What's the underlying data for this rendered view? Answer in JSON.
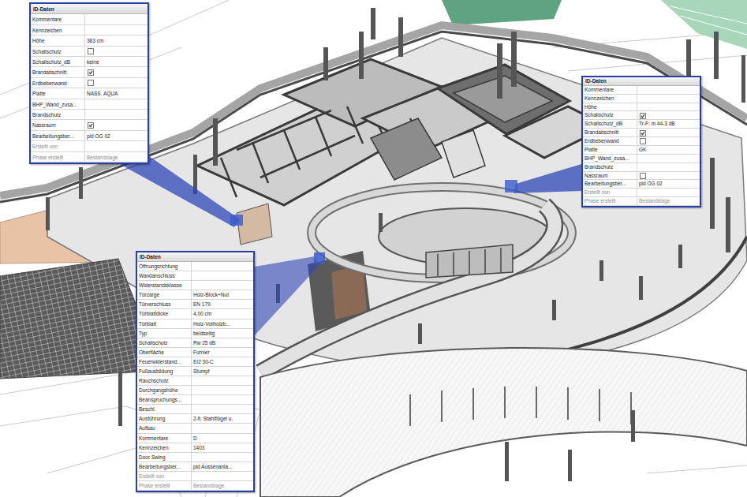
{
  "diagram": {
    "nodes": [
      {
        "text": [
          "ID-Daten"
        ]
      },
      {
        "text": [
          "Kommentare"
        ],
        "in": 0
      },
      {
        "text": [
          "Kennzeichen"
        ],
        "in": 0
      },
      {
        "text": [
          "Höhe",
          "383 cm"
        ],
        "in": 0
      },
      {
        "text": [
          "Schallschutz"
        ],
        "in": 0
      },
      {
        "text": [
          "Schallschutz_dB",
          "keine"
        ],
        "in": 0
      },
      {
        "text": [
          "Brandabschnitt"
        ],
        "in": 0
      },
      {
        "text": [
          "Erdbebenwand"
        ],
        "in": 0
      },
      {
        "text": [
          "Platte",
          "NASS. AQUA"
        ],
        "in": 0
      },
      {
        "text": [
          "BHP_Wand_zusa..."
        ],
        "in": 0
      },
      {
        "text": [
          "Brandschutz"
        ],
        "in": 0
      },
      {
        "text": [
          "Nassraum"
        ],
        "in": 0
      },
      {
        "text": [
          "Bearbeitungsber...",
          "pid OG 02"
        ],
        "in": 0
      },
      {
        "text": [
          "Erstellt von"
        ],
        "in": 0
      },
      {
        "text": [
          "Phase erstellt",
          "Bestandslage"
        ],
        "in": 0
      },
      {
        "text": [
          "ID-Daten"
        ]
      },
      {
        "text": [
          "Kommentare"
        ],
        "in": 15
      },
      {
        "text": [
          "Kennzeichen"
        ],
        "in": 15
      },
      {
        "text": [
          "Höhe"
        ],
        "in": 15
      },
      {
        "text": [
          "Schallschutz"
        ],
        "in": 15
      },
      {
        "text": [
          "Schallschutz_dB",
          "Tr-F: m 44-3 dB"
        ],
        "in": 15
      },
      {
        "text": [
          "Brandabschnitt"
        ],
        "in": 15
      },
      {
        "text": [
          "Erdbebenwand"
        ],
        "in": 15
      },
      {
        "text": [
          "Platte",
          "GK"
        ],
        "in": 15
      },
      {
        "text": [
          "BHP_Wand_zusa..."
        ],
        "in": 15
      },
      {
        "text": [
          "Brandschutz"
        ],
        "in": 15
      },
      {
        "text": [
          "Nassraum"
        ],
        "in": 15
      },
      {
        "text": [
          "Bearbeitungsber...",
          "pid OG 02"
        ],
        "in": 15
      },
      {
        "text": [
          "Erstellt von"
        ],
        "in": 15
      },
      {
        "text": [
          "Phase erstellt",
          "Bestandslage"
        ],
        "in": 15
      },
      {
        "text": [
          "ID-Daten"
        ]
      },
      {
        "text": [
          "Öffnungsrichtung"
        ],
        "in": 30
      },
      {
        "text": [
          "Wandanschluss"
        ],
        "in": 30
      },
      {
        "text": [
          "Widerstandsklasse"
        ],
        "in": 30
      },
      {
        "text": [
          "Türzarge",
          "Holz-Block+Nut"
        ],
        "in": 30
      },
      {
        "text": [
          "Türverschluss",
          "EN 179"
        ],
        "in": 30
      },
      {
        "text": [
          "Türblattdicke",
          "4,00 cm"
        ],
        "in": 30
      },
      {
        "text": [
          "Türblatt",
          "Holz-Vollholzb..."
        ],
        "in": 30
      },
      {
        "text": [
          "Typ",
          "beidseitig"
        ],
        "in": 30
      },
      {
        "text": [
          "Schallschutz",
          "Rw 25 dB"
        ],
        "in": 30
      },
      {
        "text": [
          "Oberfläche",
          "Furnier"
        ],
        "in": 30
      },
      {
        "text": [
          "Feuerwiderstand...",
          "EI2 30-C"
        ],
        "in": 30
      },
      {
        "text": [
          "Fußausbildung",
          "Stumpf"
        ],
        "in": 30
      },
      {
        "text": [
          "Rauchschutz"
        ],
        "in": 30
      },
      {
        "text": [
          "Durchgangshöhe"
        ],
        "in": 30
      },
      {
        "text": [
          "Beanspruchungs..."
        ],
        "in": 30
      },
      {
        "text": [
          "Beschl."
        ],
        "in": 30
      },
      {
        "text": [
          "Ausführung",
          "2-fl. Stahlflügel u."
        ],
        "in": 30
      },
      {
        "text": [
          "Aufbau"
        ],
        "in": 30
      },
      {
        "text": [
          "Kommentare",
          "D"
        ],
        "in": 30
      },
      {
        "text": [
          "Kennzeichen",
          "1403"
        ],
        "in": 30
      },
      {
        "text": [
          "Door Swing"
        ],
        "in": 30
      },
      {
        "text": [
          "Bearbeitungsber...",
          "pid Aussenanla..."
        ],
        "in": 30
      },
      {
        "text": [
          "Erstellt von"
        ],
        "in": 30
      },
      {
        "text": [
          "Phase erstellt",
          "Bestandslage"
        ],
        "in": 30
      }
    ]
  }
}
